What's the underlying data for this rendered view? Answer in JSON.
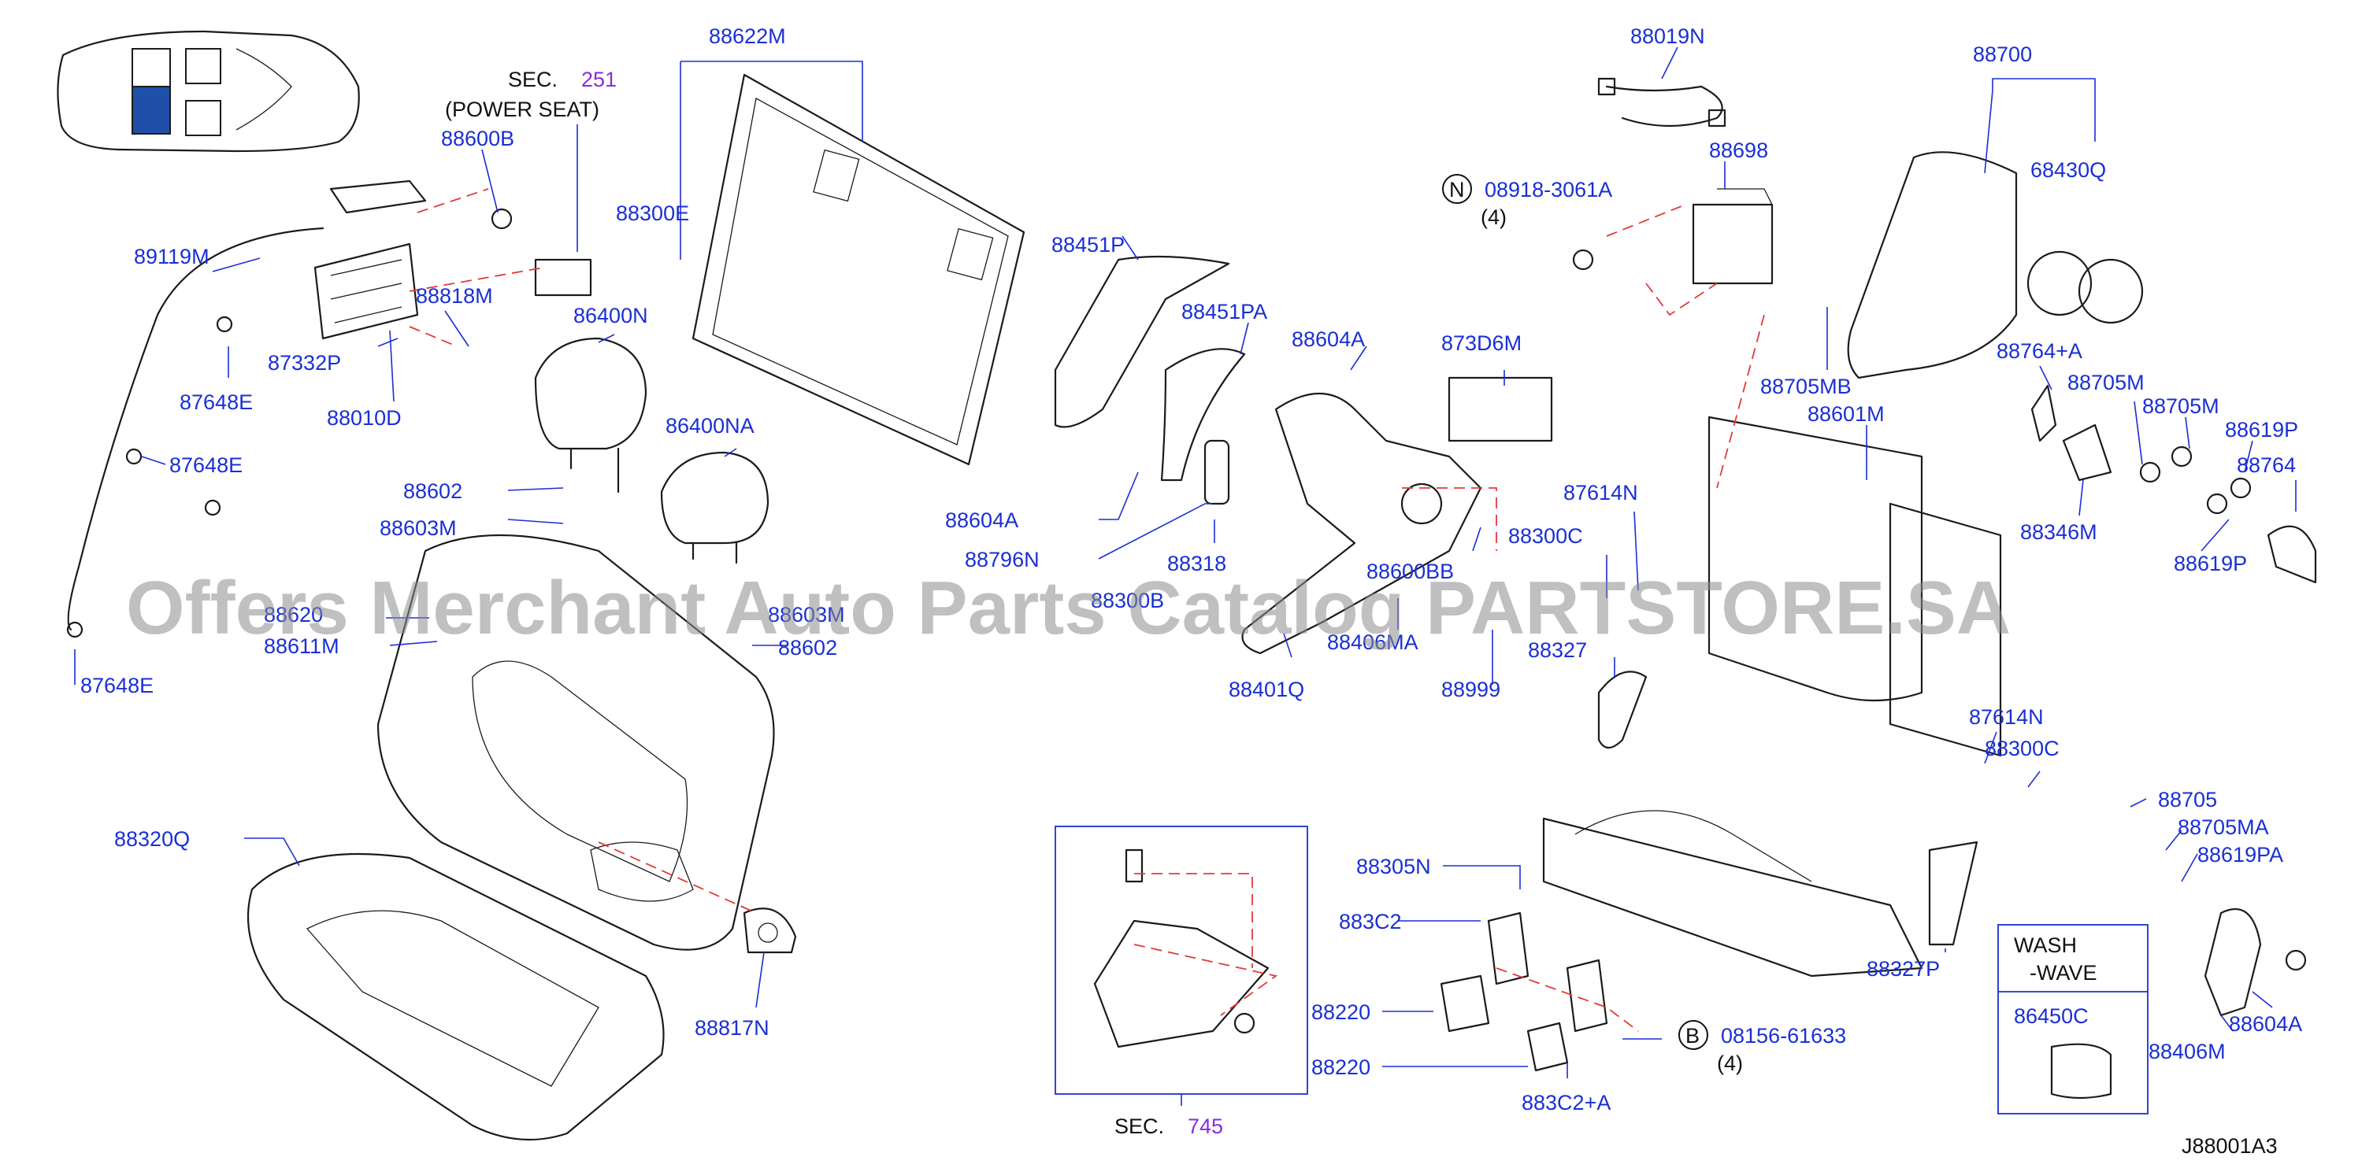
{
  "diagram": {
    "drawing_code": "J88001A3",
    "watermark": "Offers Merchant Auto Parts Catalog PARTSTORE.SA",
    "section_power_seat": {
      "prefix": "SEC.",
      "number": "251",
      "note": "(POWER   SEAT)"
    },
    "section_745": {
      "prefix": "SEC.",
      "number": "745"
    },
    "wash_wave_box": {
      "line1": "WASH",
      "line2": "-WAVE",
      "part": "86450C"
    },
    "fasteners": [
      {
        "symbol": "N",
        "part": "08918-3061A",
        "qty": "(4)"
      },
      {
        "symbol": "B",
        "part": "08156-61633",
        "qty": "(4)"
      }
    ],
    "parts": [
      "88622M",
      "88600B",
      "89119M",
      "88818M",
      "87332P",
      "88010D",
      "87648E",
      "87648E",
      "87648E",
      "88300E",
      "86400N",
      "86400NA",
      "88602",
      "88603M",
      "88620",
      "88611M",
      "88603M",
      "88602",
      "88320Q",
      "88817N",
      "88451P",
      "88451PA",
      "88604A",
      "88604A",
      "88796N",
      "88318",
      "88300B",
      "873D6M",
      "88600BB",
      "88406MA",
      "88401Q",
      "88999",
      "88019N",
      "88698",
      "88705MB",
      "88700",
      "68430Q",
      "88764+A",
      "88705M",
      "88705M",
      "88619P",
      "88764",
      "88346M",
      "88619P",
      "88601M",
      "87614N",
      "88300C",
      "88327",
      "87614N",
      "88300C",
      "88705",
      "88705MA",
      "88619PA",
      "88305N",
      "883C2",
      "88220",
      "88220",
      "883C2+A",
      "88327P",
      "88604A",
      "88406M"
    ]
  }
}
